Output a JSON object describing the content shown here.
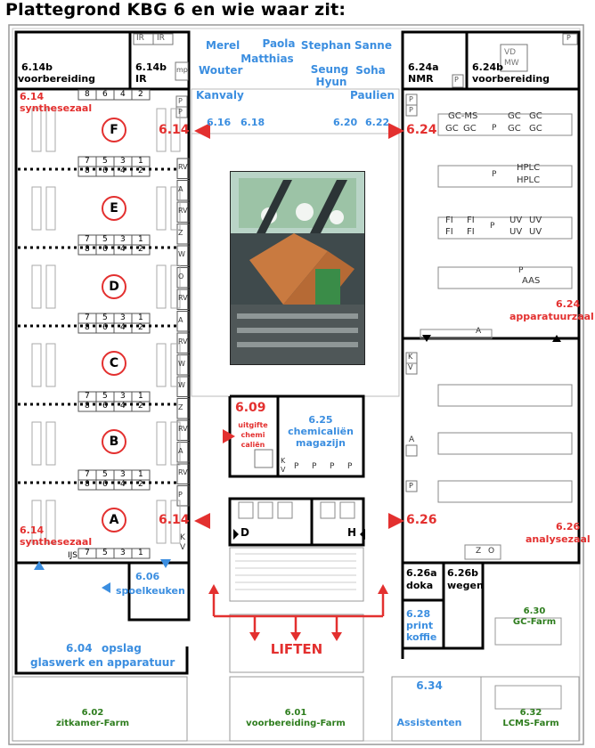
{
  "title": "Plattegrond KBG 6 en wie waar zit:",
  "names": {
    "merel": "Merel",
    "wouter": "Wouter",
    "kanvaly": "Kanvaly",
    "paola": "Paola",
    "matthias": "Matthias",
    "stephan": "Stephan",
    "seung": "Seung",
    "hyun": "Hyun",
    "sanne": "Sanne",
    "soha": "Soha",
    "paulien": "Paulien"
  },
  "rooms": {
    "r614b_voor_num": "6.14b",
    "r614b_voor_name": "voorbereiding",
    "r614b_ir_num": "6.14b",
    "r614b_ir_name": "IR",
    "r624a_num": "6.24a",
    "r624a_name": "NMR",
    "r624b_num": "6.24b",
    "r624b_name": "voorbereiding",
    "r614_top_num": "6.14",
    "r614_top_name": "synthesezaal",
    "r614_bot_num": "6.14",
    "r614_bot_name": "synthesezaal",
    "r624_num": "6.24",
    "r624_name": "apparatuurzaal",
    "r626_num": "6.26",
    "r626_name": "analysezaal",
    "r609_num": "6.09",
    "r609_name1": "uitgifte",
    "r609_name2": "chemi",
    "r609_name3": "caliën",
    "r625_num": "6.25",
    "r625_name1": "chemicaliën",
    "r625_name2": "magazijn",
    "r606_num": "6.06",
    "r606_name": "spoelkeuken",
    "r604_num": "6.04",
    "r604_name1": "opslag",
    "r604_name2": "glaswerk en apparatuur",
    "r626a_num": "6.26a",
    "r626a_name": "doka",
    "r626b_num": "6.26b",
    "r626b_name": "wegen",
    "r628_num": "6.28",
    "r628_name1": "print",
    "r628_name2": "koffie",
    "r630_num": "6.30",
    "r630_name": "GC-Farm",
    "r634_num": "6.34",
    "r634_name": "Assistenten",
    "r632_num": "6.32",
    "r632_name": "LCMS-Farm",
    "r602_num": "6.02",
    "r602_name": "zitkamer-Farm",
    "r601_num": "6.01",
    "r601_name": "voorbereiding-Farm",
    "liften": "LIFTEN"
  },
  "entrances": {
    "e614_top": "6.14",
    "e624": "6.24",
    "e614_bot": "6.14",
    "e626": "6.26"
  },
  "corridor": {
    "c616": "6.16",
    "c618": "6.18",
    "c620": "6.20",
    "c622": "6.22"
  },
  "rows": [
    "F",
    "E",
    "D",
    "C",
    "B",
    "A"
  ],
  "bench_top": [
    "8",
    "6",
    "4",
    "2"
  ],
  "bench_bottom": [
    "7",
    "5",
    "3",
    "1"
  ],
  "ijs": "IJS",
  "side_codes": [
    "RV",
    "A",
    "RV",
    "Z",
    "W",
    "O",
    "RV",
    "A",
    "RV",
    "W",
    "W",
    "Z",
    "RV",
    "A",
    "RV",
    "P"
  ],
  "kv": [
    "K",
    "V"
  ],
  "inst": {
    "gcms": "GC-MS",
    "gc": "GC",
    "p": "P",
    "hplc": "HPLC",
    "fi": "FI",
    "uv": "UV",
    "aas": "AAS",
    "vd": "VD",
    "mw": "MW",
    "mp": "mp",
    "ir": "IR",
    "a": "A",
    "z": "Z",
    "o": "O",
    "d": "D",
    "h": "H"
  }
}
